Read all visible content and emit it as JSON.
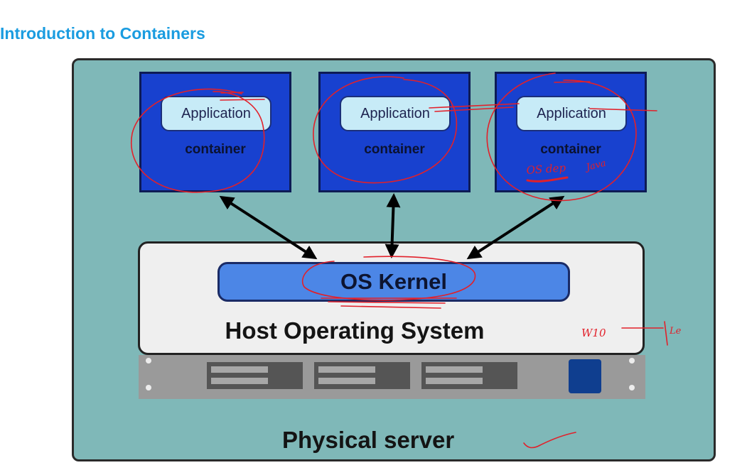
{
  "title": "Introduction to Containers",
  "containers": [
    {
      "app_label": "Application",
      "label": "container"
    },
    {
      "app_label": "Application",
      "label": "container"
    },
    {
      "app_label": "Application",
      "label": "container"
    }
  ],
  "kernel_label": "OS Kernel",
  "host_os_label": "Host Operating System",
  "physical_server_label": "Physical server",
  "annotations": {
    "os_dep_note": "OS dep",
    "java_note": "Java",
    "w10_note": "W10",
    "le_note": "Le"
  },
  "colors": {
    "title": "#1a9ce0",
    "server_background": "#7fb8b8",
    "container_fill": "#1841cf",
    "app_pill": "#c7ebf7",
    "kernel_fill": "#4c86e6",
    "host_os_fill": "#efefef",
    "ink": "#e2202a"
  }
}
